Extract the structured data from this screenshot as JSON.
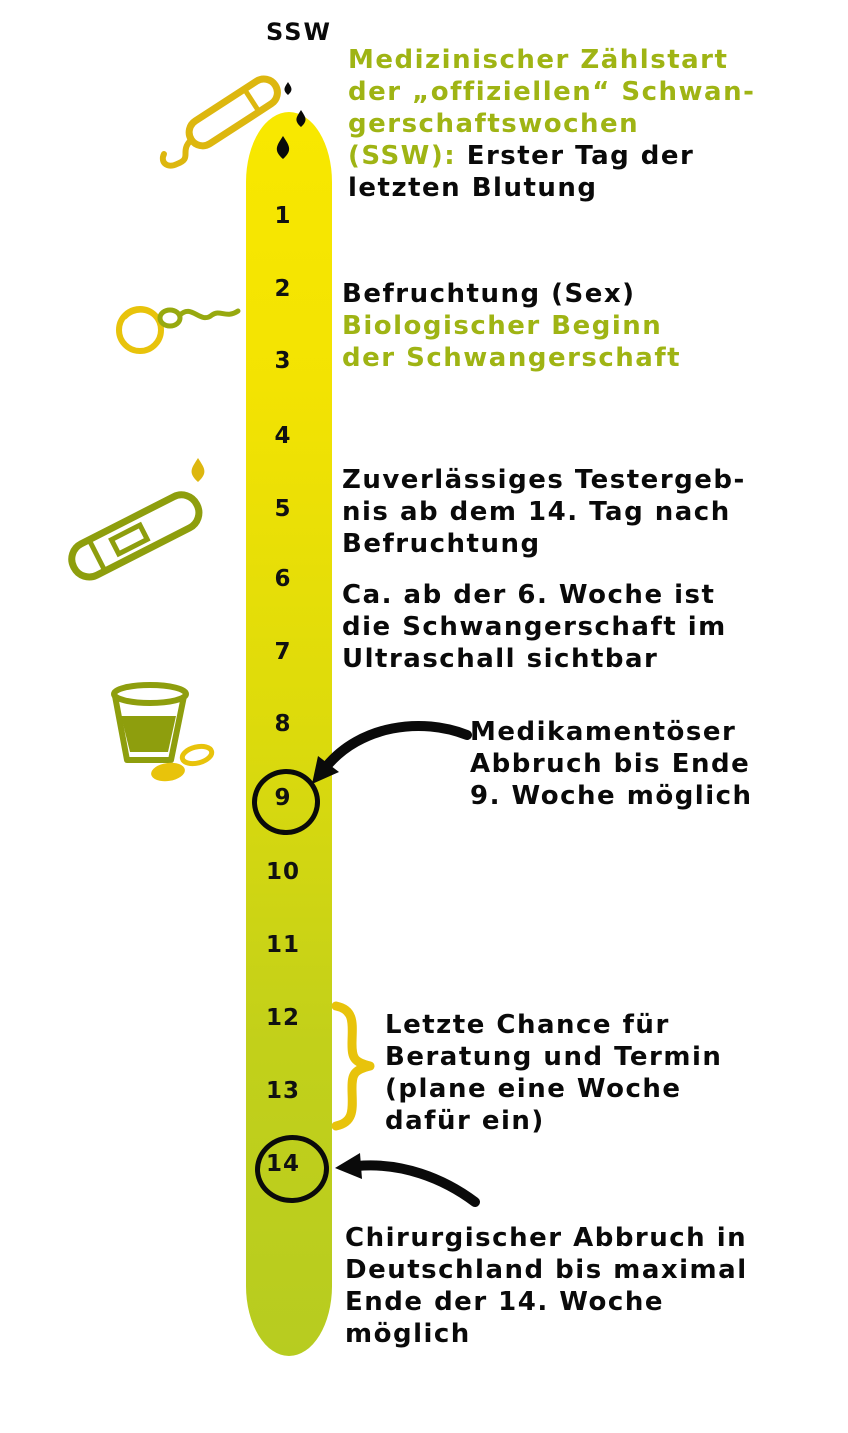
{
  "axis": {
    "label": "SSW"
  },
  "timeline": {
    "weeks": [
      "1",
      "2",
      "3",
      "4",
      "5",
      "6",
      "7",
      "8",
      "9",
      "10",
      "11",
      "12",
      "13",
      "14"
    ],
    "circled_weeks": [
      "9",
      "14"
    ]
  },
  "annotations": {
    "zaehlstart": {
      "green": "Medizinischer Zählstart\nder „offiziellen“ Schwan-\ngerschaftswochen\n(SSW): ",
      "black": "Erster Tag der\nletzten Blutung"
    },
    "befruchtung": {
      "black": "Befruchtung (Sex)\n",
      "green": "Biologischer Beginn\nder Schwangerschaft"
    },
    "test": {
      "text": "Zuverlässiges Testergeb-\nnis ab dem 14. Tag nach\nBefruchtung"
    },
    "ultraschall": {
      "text": "Ca. ab der 6. Woche ist\ndie Schwangerschaft im\nUltraschall sichtbar"
    },
    "medikamentoes": {
      "text": "Medikamentöser\nAbbruch bis Ende\n9. Woche möglich"
    },
    "beratung": {
      "text": "Letzte Chance für\nBeratung und Termin\n(plane eine Woche\ndafür ein)"
    },
    "chirurgisch": {
      "text": "Chirurgischer Abbruch in\nDeutschland bis maximal\nEnde der 14. Woche\nmöglich"
    }
  },
  "icons": {
    "tampon": "tampon-icon",
    "egg_sperm": "egg-sperm-icon",
    "pregnancy_test": "pregnancy-test-icon",
    "glass_pills": "glass-pills-icon",
    "arrow_week9": "arrow-icon",
    "arrow_week14": "arrow-icon",
    "brace": "brace-icon"
  },
  "colors": {
    "band_top": "#F8E800",
    "band_bottom": "#B7CC20",
    "green_text": "#9FB414",
    "gold": "#DDB70F",
    "olive": "#8E9E0D",
    "black": "#0A0A0A"
  }
}
